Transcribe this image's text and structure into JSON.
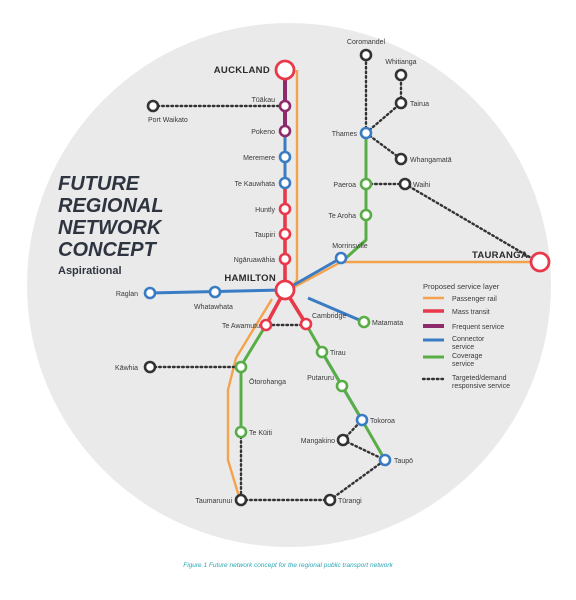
{
  "title_lines": [
    "FUTURE",
    "REGIONAL",
    "NETWORK",
    "CONCEPT"
  ],
  "subtitle": "Aspirational",
  "caption": "Figure 1 Future network concept for the regional public transport network",
  "colors": {
    "rail": "#f4a24c",
    "mass": "#e8384a",
    "frequent": "#8e2a6b",
    "connector": "#3a7cc3",
    "coverage": "#59ad46",
    "demand": "#333333",
    "circle": "#eaeaea"
  },
  "legend": {
    "heading": "Proposed service layer",
    "items": [
      {
        "label": "Passenger rail",
        "key": "rail",
        "icon": "solid-line"
      },
      {
        "label": "Mass transit",
        "key": "mass",
        "icon": "solid-line"
      },
      {
        "label": "Frequent service",
        "key": "frequent",
        "icon": "solid-line"
      },
      {
        "label": "Connector",
        "label2": "service",
        "key": "connector",
        "icon": "solid-line"
      },
      {
        "label": "Coverage",
        "label2": "service",
        "key": "coverage",
        "icon": "solid-line"
      },
      {
        "label": "Targeted/demand",
        "label2": "responsive service",
        "key": "demand",
        "icon": "dotted-line"
      }
    ]
  },
  "stations": {
    "auckland": {
      "label": "AUCKLAND",
      "major": true
    },
    "tuakau": {
      "label": "Tūākau"
    },
    "pokeno": {
      "label": "Pokeno"
    },
    "meremere": {
      "label": "Meremere"
    },
    "tekauwhata": {
      "label": "Te Kauwhata"
    },
    "huntly": {
      "label": "Huntly"
    },
    "taupiri": {
      "label": "Taupiri"
    },
    "ngaruawahia": {
      "label": "Ngāruawāhia"
    },
    "hamilton": {
      "label": "HAMILTON",
      "major": true
    },
    "portwaikato": {
      "label": "Port Waikato"
    },
    "raglan": {
      "label": "Raglan"
    },
    "whatawhata": {
      "label": "Whatawhata"
    },
    "teawamutu": {
      "label": "Te Awamutu"
    },
    "cambridge": {
      "label": "Cambridge"
    },
    "matamata": {
      "label": "Matamata"
    },
    "tirau": {
      "label": "Tirau"
    },
    "putaruru": {
      "label": "Putaruru"
    },
    "tokoroa": {
      "label": "Tokoroa"
    },
    "mangakino": {
      "label": "Mangakino"
    },
    "taupo": {
      "label": "Taupō"
    },
    "turangi": {
      "label": "Tūrangi"
    },
    "taumarunui": {
      "label": "Taumarunui"
    },
    "tekuiti": {
      "label": "Te Kūiti"
    },
    "otorohanga": {
      "label": "Ōtorohanga"
    },
    "kawhia": {
      "label": "Kāwhia"
    },
    "morrinsville": {
      "label": "Morrinsville"
    },
    "tearoha": {
      "label": "Te Aroha"
    },
    "paeroa": {
      "label": "Paeroa"
    },
    "waihi": {
      "label": "Waihi"
    },
    "thames": {
      "label": "Thames"
    },
    "coromandel": {
      "label": "Coromandel"
    },
    "whitianga": {
      "label": "Whitianga"
    },
    "tairua": {
      "label": "Tairua"
    },
    "whangamata": {
      "label": "Whangamatā"
    },
    "tauranga": {
      "label": "TAURANGA",
      "major": true
    }
  }
}
